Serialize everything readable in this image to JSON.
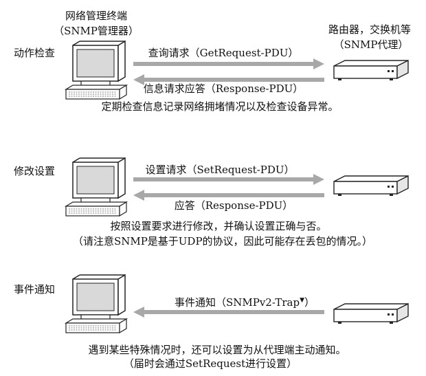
{
  "manager": {
    "title_line1": "网络管理终端",
    "title_line2": "（SNMP管理器）"
  },
  "agent": {
    "title_line1": "路由器，交换机等",
    "title_line2": "（SNMP代理）"
  },
  "section_check": {
    "label": "动作检查",
    "request": "查询请求（GetRequest-PDU）",
    "response": "信息请求应答（Response-PDU）",
    "note": "定期检查信息记录网络拥堵情况以及检查设备异常。"
  },
  "section_modify": {
    "label": "修改设置",
    "request": "设置请求（SetRequest-PDU）",
    "response": "应答（Response-PDU）",
    "note_line1": "按照设置要求进行修改，并确认设置正确与否。",
    "note_line2": "（请注意SNMP是基于UDP的协议，因此可能存在丢包的情况。）"
  },
  "section_notify": {
    "label": "事件通知",
    "message": "事件通知（SNMPv2-Trap",
    "message_mark": "▼",
    "message_close": "）",
    "note_line1": "遇到某些特殊情况时，还可以设置为从代理端主动通知。",
    "note_line2": "（届时会通过SetRequest进行设置）"
  },
  "colors": {
    "arrow": "#a8a8a8",
    "device_fill": "#ffffff",
    "device_stroke": "#222222",
    "screen": "#d9d9d9"
  }
}
